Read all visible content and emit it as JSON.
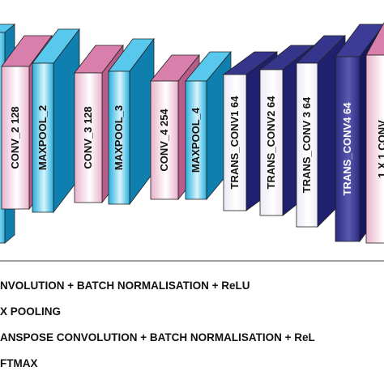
{
  "styles": {
    "conv": {
      "front": "#e8b3cc",
      "side": "#b85d8a",
      "top": "#d97fab",
      "grad_light": "#ffffff",
      "text": "dark"
    },
    "pool": {
      "front": "#27b0dd",
      "side": "#0f7fb0",
      "top": "#58c8ec",
      "grad_light": "#d8f4fc",
      "text": "dark"
    },
    "trans": {
      "front": "#ece9f5",
      "side": "#202070",
      "top": "#35358c",
      "grad_light": "#ffffff",
      "text": "dark"
    },
    "trans_dark": {
      "front": "#2a2a82",
      "side": "#181860",
      "top": "#3c3c96",
      "grad_light": "#5a5ab0",
      "text": "light"
    },
    "softmax": {
      "front": "#e8b3cc",
      "side": "#b85d8a",
      "top": "#d97fab",
      "grad_light": "#ffffff",
      "text": "dark"
    }
  },
  "blocks": [
    {
      "id": "edge-pool",
      "style": "pool",
      "label": ""
    },
    {
      "id": "conv-2",
      "style": "conv",
      "label": "CONV_2  128"
    },
    {
      "id": "maxpool-2",
      "style": "pool",
      "label": "MAXPOOL_2"
    },
    {
      "id": "conv-3",
      "style": "conv",
      "label": "CONV_3  128"
    },
    {
      "id": "maxpool-3",
      "style": "pool",
      "label": "MAXPOOL_3"
    },
    {
      "id": "conv-4",
      "style": "conv",
      "label": "CONV_4  254"
    },
    {
      "id": "maxpool-4",
      "style": "pool",
      "label": "MAXPOOL_4"
    },
    {
      "id": "trans-conv1",
      "style": "trans",
      "label": "TRANS_CONV1  64"
    },
    {
      "id": "trans-conv2",
      "style": "trans",
      "label": "TRANS_CONV2  64"
    },
    {
      "id": "trans-conv3",
      "style": "trans",
      "label": "TRANS_CONV 3  64"
    },
    {
      "id": "trans-conv4",
      "style": "trans_dark",
      "label": "TRANS_CONV4  64"
    },
    {
      "id": "conv-1x1",
      "style": "softmax",
      "label": "1 X 1  CONV"
    }
  ],
  "legend": [
    {
      "style": "conv",
      "text": "NVOLUTION + BATCH NORMALISATION + ReLU"
    },
    {
      "style": "pool",
      "text": "X POOLING"
    },
    {
      "style": "trans",
      "text": "ANSPOSE CONVOLUTION + BATCH NORMALISATION + ReL"
    },
    {
      "style": "softmax",
      "text": "FTMAX"
    }
  ]
}
